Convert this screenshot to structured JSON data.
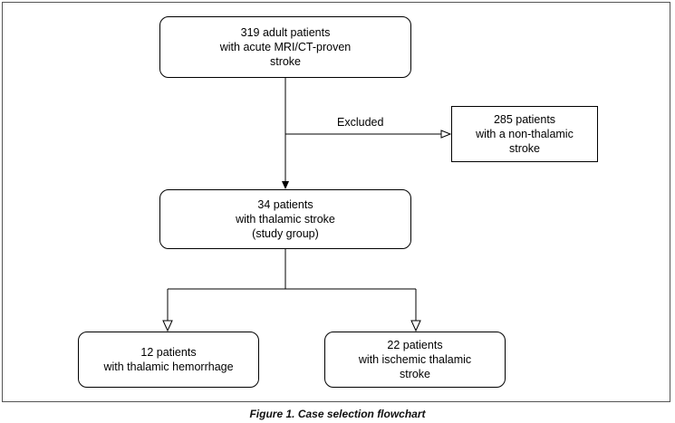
{
  "flowchart": {
    "total": {
      "lines": [
        "319 adult patients",
        "with acute MRI/CT-proven",
        "stroke"
      ]
    },
    "excluded_label": "Excluded",
    "excluded": {
      "lines": [
        "285 patients",
        "with a non-thalamic",
        "stroke"
      ]
    },
    "study_group": {
      "lines": [
        "34 patients",
        "with thalamic stroke",
        "(study group)"
      ]
    },
    "hemorrhage": {
      "lines": [
        "12 patients",
        "with thalamic hemorrhage"
      ]
    },
    "ischemic": {
      "lines": [
        "22 patients",
        "with ischemic thalamic",
        "stroke"
      ]
    }
  },
  "caption": "Figure 1. Case selection flowchart"
}
